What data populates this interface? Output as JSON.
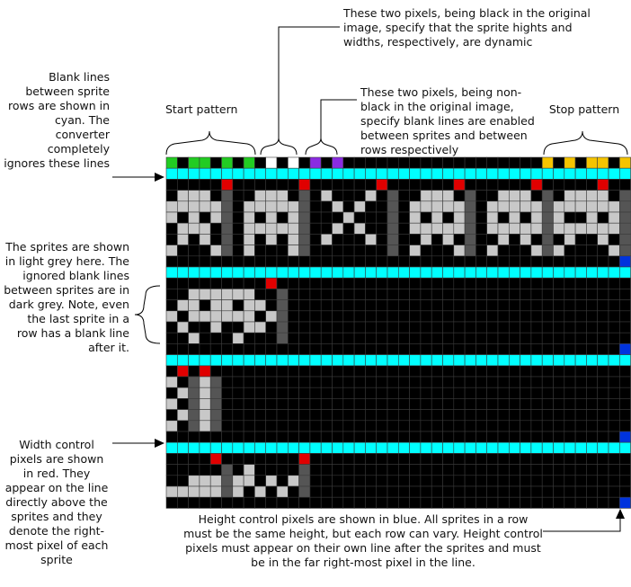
{
  "labels": {
    "blank_lines_note": "Blank lines between sprite rows are shown in cyan. The converter completely ignores these lines",
    "top_dynamic_note": "These two pixels, being black in the original image, specify that the sprite hights and widths, respectively, are dynamic",
    "top_blank_note": "These two pixels, being non-black in the original image, specify blank lines are enabled between sprites and between rows respectively",
    "start_pattern": "Start pattern",
    "stop_pattern": "Stop pattern",
    "sprites_note": "The sprites are shown in light grey here. The ignored blank lines between sprites are in dark grey. Note, even the last sprite in a row has a blank line after it.",
    "width_note": "Width control pixels are shown in red. They appear on the line directly above the sprites and they denote the right-most pixel of each sprite",
    "height_note": "Height control pixels are shown in blue. All sprites in a row must be the same height, but each row can vary. Height control pixels must appear on their own line after the sprites and must be in the far right-most pixel in the line."
  },
  "colors": {
    "black": "#000000",
    "grid": "#3a3a3a",
    "green": "#22cc22",
    "white": "#ffffff",
    "purple": "#8a2be2",
    "yellow": "#f5c400",
    "cyan": "#00ffff",
    "red": "#e00000",
    "light_grey": "#c8c8c8",
    "dark_grey": "#555555",
    "blue": "#0033dd",
    "arrow": "#000000"
  },
  "grid": {
    "cols": 42,
    "rows": 32,
    "rows_map": [
      "GkGGkGkGkWkWkPkPkkkkkkkkkkkkkkkkkkYkYkYYkY",
      "CCCCCCCCCCCCCCCCCCCCCCCCCCCCCCCCCCCCCCCCCC",
      "kkkkkRkkkkkkRkkkkkkRkkkkkkRkkkkkkRkkkkkRkk",
      "kLLLkDkkLLLkDkLkkkLkDkkLLLkDkkLLLkDkLLLLkD",
      "LLLLLDkLLLLLDkkLkLkkDkLLLLLDkLLLLLDLLLLLLD",
      "LkLkLDkLkLkLDkkkLkkkDkLkLkLDkLkLkLDLkkLkLD",
      "kLLLkDkLLLLLDkkLkLkkDkLLLLLDkLLLLLDLLLLLLD",
      "kLkLkDkLkLkLDkLkkkLkDkkLkLkDkkLkLkDkLkkLkD",
      "LkkkLDkLkkkLDkkkkkkkDkLkkkLDkLkkkLDLkkkkLD",
      "kkkkkkkkkkkkkkkkkkkkkkkkkkkkkkkkkkkkkkkkkB",
      "CCCCCCCCCCCCCCCCCCCCCCCCCCCCCCCCCCCCCCCCCC",
      "kkkkkkkkkRkkkkkkkkkkkkkkkkkkkkkkkkkkkkkkkk",
      "kkLLLLLLkkDkkkkkkkkkkkkkkkkkkkkkkkkkkkkkkk",
      "kLLkLLkLLkDkkkkkkkkkkkkkkkkkkkkkkkkkkkkkkk",
      "LkLLLLLLkLDkkkkkkkkkkkkkkkkkkkkkkkkkkkkkkk",
      "kLkkLkkLLkDkkkkkkkkkkkkkkkkkkkkkkkkkkkkkkk",
      "kkLkkkLkkkDkkkkkkkkkkkkkkkkkkkkkkkkkkkkkkk",
      "kkkkkkkkkkkkkkkkkkkkkkkkkkkkkkkkkkkkkkkkkB",
      "CCCCCCCCCCCCCCCCCCCCCCCCCCCCCCCCCCCCCCCCCC",
      "kRkRkkkkkkkkkkkkkkkkkkkkkkkkkkkkkkkkkkkkkk",
      "LkDLDkkkkkkkkkkkkkkkkkkkkkkkkkkkkkkkkkkkkk",
      "kLDLDkkkkkkkkkkkkkkkkkkkkkkkkkkkkkkkkkkkkk",
      "LkDLDkkkkkkkkkkkkkkkkkkkkkkkkkkkkkkkkkkkkk",
      "kLDLDkkkkkkkkkkkkkkkkkkkkkkkkkkkkkkkkkkkkk",
      "LkDLDkkkkkkkkkkkkkkkkkkkkkkkkkkkkkkkkkkkkk",
      "kkkkkkkkkkkkkkkkkkkkkkkkkkkkkkkkkkkkkkkkkB",
      "CCCCCCCCCCCCCCCCCCCCCCCCCCCCCCCCCCCCCCCCCC",
      "kkkkRkkkkkkkRkkkkkkkkkkkkkkkkkkkkkkkkkkkkk",
      "kkkkkDkLkkkkDkkkkkkkkkkkkkkkkkkkkkkkkkkkkk",
      "kkLLLDLLkLkLDkkkkkkkkkkkkkkkkkkkkkkkkkkkkk",
      "LLLLLDLkLkLkDkkkkkkkkkkkkkkkkkkkkkkkkkkkkk",
      "kkkkkkkkkkkkkkkkkkkkkkkkkkkkkkkkkkkkkkkkkB"
    ]
  }
}
